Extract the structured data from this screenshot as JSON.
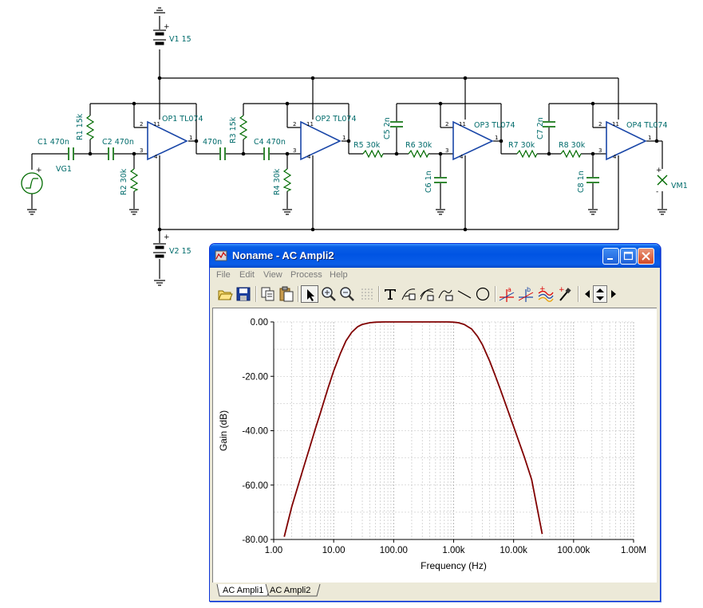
{
  "schematic": {
    "components": {
      "v1": "V1 15",
      "v2": "V2 15",
      "c1": "C1 470n",
      "c2": "C2 470n",
      "c3": "470n",
      "c4": "C4 470n",
      "r1": "R1 15k",
      "r2": "R2 30k",
      "r3": "R3 15k",
      "r4": "R4 30k",
      "r5": "R5 30k",
      "r6": "R6 30k",
      "r7": "R7 30k",
      "r8": "R8 30k",
      "c5": "C5 2n",
      "c6": "C6 1n",
      "c7": "C7 2n",
      "c8": "C8 1n",
      "op1": "OP1 TL074",
      "op2": "OP2 TL074",
      "op3": "OP3 TL074",
      "op4": "OP4 TL074",
      "vg1": "VG1",
      "vm1": "VM1"
    },
    "pins": {
      "inv": "2",
      "noninv": "3",
      "out": "1",
      "vcc": "4",
      "vee": "11",
      "plus": "+",
      "minus": "-"
    }
  },
  "window": {
    "title": "Noname - AC Ampli2",
    "menu": [
      "File",
      "Edit",
      "View",
      "Process",
      "Help"
    ],
    "toolbar_icons": [
      "open-icon",
      "save-icon",
      "copy-icon",
      "paste-icon",
      "pointer-icon",
      "zoom-in-icon",
      "zoom-out-icon",
      "grid-icon",
      "text-icon",
      "curve-label-icon",
      "curve-label2-icon",
      "curve-label3-icon",
      "line-icon",
      "circle-icon",
      "cursor-a-icon",
      "cursor-b-icon",
      "curves-icon",
      "probe-icon",
      "arrow-left-icon",
      "arrow-updown-icon",
      "arrow-right-icon"
    ],
    "tabs": [
      "AC Ampli1",
      "AC Ampli2"
    ],
    "active_tab": "AC Ampli2"
  },
  "chart_data": {
    "type": "line",
    "title": "",
    "xlabel": "Frequency (Hz)",
    "ylabel": "Gain (dB)",
    "xscale": "log",
    "xlim": [
      1,
      1000000
    ],
    "ylim": [
      -80,
      0
    ],
    "x_ticks": [
      "1.00",
      "10.00",
      "100.00",
      "1.00k",
      "10.00k",
      "100.00k",
      "1.00M"
    ],
    "y_ticks": [
      "0.00",
      "-20.00",
      "-40.00",
      "-60.00",
      "-80.00"
    ],
    "grid": true,
    "line_color": "#800000",
    "series": [
      {
        "x": [
          1.5,
          2,
          3,
          4,
          5,
          6,
          8,
          10,
          13,
          16,
          20,
          25,
          30,
          40,
          50,
          70,
          100,
          200,
          500,
          800,
          1000,
          1200,
          1500,
          2000,
          2500,
          3000,
          4000,
          5000,
          6000,
          8000,
          10000,
          15000,
          20000,
          30000
        ],
        "y": [
          -79,
          -68,
          -55,
          -46,
          -39,
          -33.5,
          -24.5,
          -18,
          -11.5,
          -7,
          -3.8,
          -1.8,
          -0.9,
          -0.3,
          -0.1,
          0,
          0,
          0,
          0,
          0,
          -0.1,
          -0.3,
          -0.9,
          -2.6,
          -5.3,
          -8.3,
          -14.5,
          -20,
          -24.8,
          -32.5,
          -38.5,
          -49.5,
          -58,
          -78
        ]
      }
    ]
  }
}
